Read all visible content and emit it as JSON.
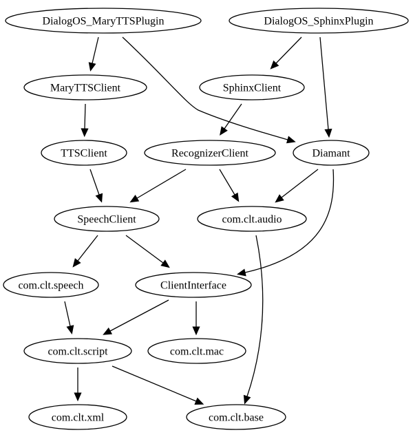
{
  "graph": {
    "nodes": [
      {
        "id": "dialogos-marytts-plugin",
        "label": "DialogOS_MaryTTSPlugin"
      },
      {
        "id": "dialogos-sphinx-plugin",
        "label": "DialogOS_SphinxPlugin"
      },
      {
        "id": "marytts-client",
        "label": "MaryTTSClient"
      },
      {
        "id": "sphinx-client",
        "label": "SphinxClient"
      },
      {
        "id": "tts-client",
        "label": "TTSClient"
      },
      {
        "id": "recognizer-client",
        "label": "RecognizerClient"
      },
      {
        "id": "diamant",
        "label": "Diamant"
      },
      {
        "id": "speech-client",
        "label": "SpeechClient"
      },
      {
        "id": "com-clt-audio",
        "label": "com.clt.audio"
      },
      {
        "id": "com-clt-speech",
        "label": "com.clt.speech"
      },
      {
        "id": "client-interface",
        "label": "ClientInterface"
      },
      {
        "id": "com-clt-script",
        "label": "com.clt.script"
      },
      {
        "id": "com-clt-mac",
        "label": "com.clt.mac"
      },
      {
        "id": "com-clt-xml",
        "label": "com.clt.xml"
      },
      {
        "id": "com-clt-base",
        "label": "com.clt.base"
      }
    ],
    "edges": [
      {
        "from": "dialogos-marytts-plugin",
        "to": "marytts-client"
      },
      {
        "from": "dialogos-marytts-plugin",
        "to": "diamant"
      },
      {
        "from": "dialogos-sphinx-plugin",
        "to": "sphinx-client"
      },
      {
        "from": "dialogos-sphinx-plugin",
        "to": "diamant"
      },
      {
        "from": "marytts-client",
        "to": "tts-client"
      },
      {
        "from": "sphinx-client",
        "to": "recognizer-client"
      },
      {
        "from": "tts-client",
        "to": "speech-client"
      },
      {
        "from": "recognizer-client",
        "to": "speech-client"
      },
      {
        "from": "recognizer-client",
        "to": "com-clt-audio"
      },
      {
        "from": "diamant",
        "to": "com-clt-audio"
      },
      {
        "from": "diamant",
        "to": "client-interface"
      },
      {
        "from": "speech-client",
        "to": "com-clt-speech"
      },
      {
        "from": "speech-client",
        "to": "client-interface"
      },
      {
        "from": "com-clt-audio",
        "to": "com-clt-base"
      },
      {
        "from": "com-clt-speech",
        "to": "com-clt-script"
      },
      {
        "from": "client-interface",
        "to": "com-clt-script"
      },
      {
        "from": "client-interface",
        "to": "com-clt-mac"
      },
      {
        "from": "com-clt-script",
        "to": "com-clt-xml"
      },
      {
        "from": "com-clt-script",
        "to": "com-clt-base"
      }
    ]
  }
}
